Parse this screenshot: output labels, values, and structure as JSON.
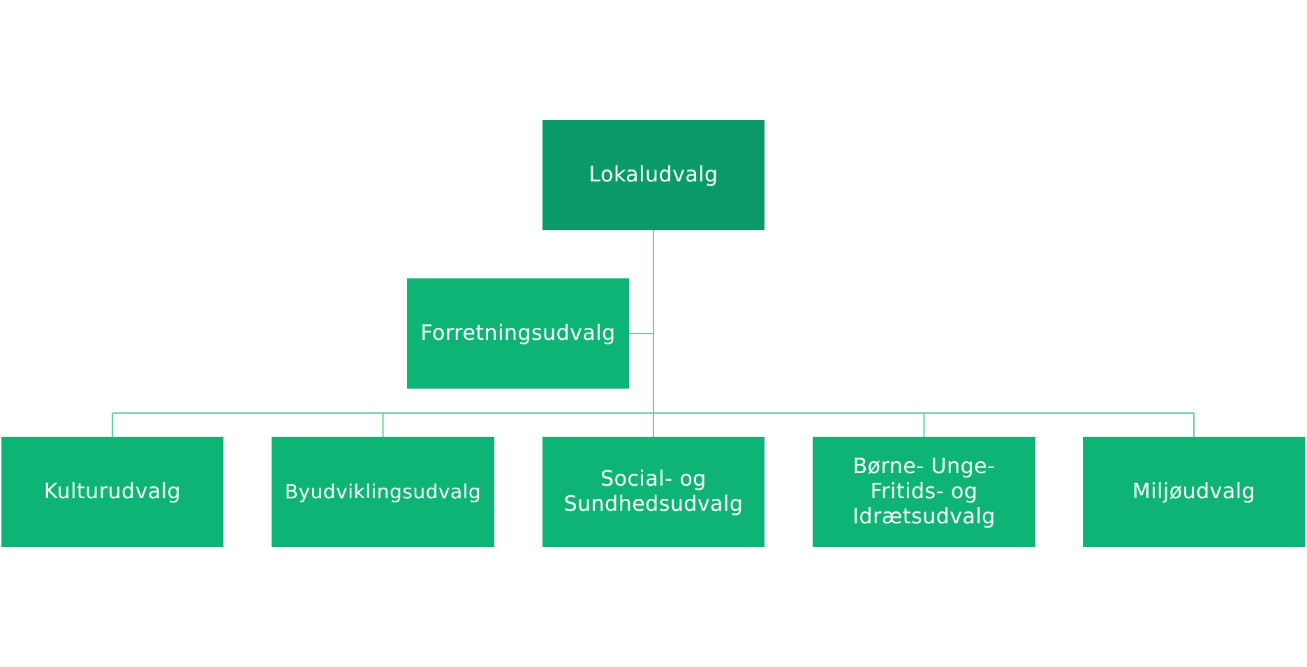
{
  "colors": {
    "root": "#0a9a68",
    "node": "#0db475",
    "connector": "#5fd0a0",
    "text": "#ffffff"
  },
  "org_chart": {
    "root": {
      "label": "Lokaludvalg"
    },
    "assistant": {
      "label": "Forretningsudvalg"
    },
    "children": [
      {
        "label": "Kulturudvalg"
      },
      {
        "label": "Byudviklingsudvalg"
      },
      {
        "label": "Social- og\nSundhedsudvalg"
      },
      {
        "label": "Børne- Unge-\nFritids- og\nIdrætsudvalg"
      },
      {
        "label": "Miljøudvalg"
      }
    ]
  }
}
